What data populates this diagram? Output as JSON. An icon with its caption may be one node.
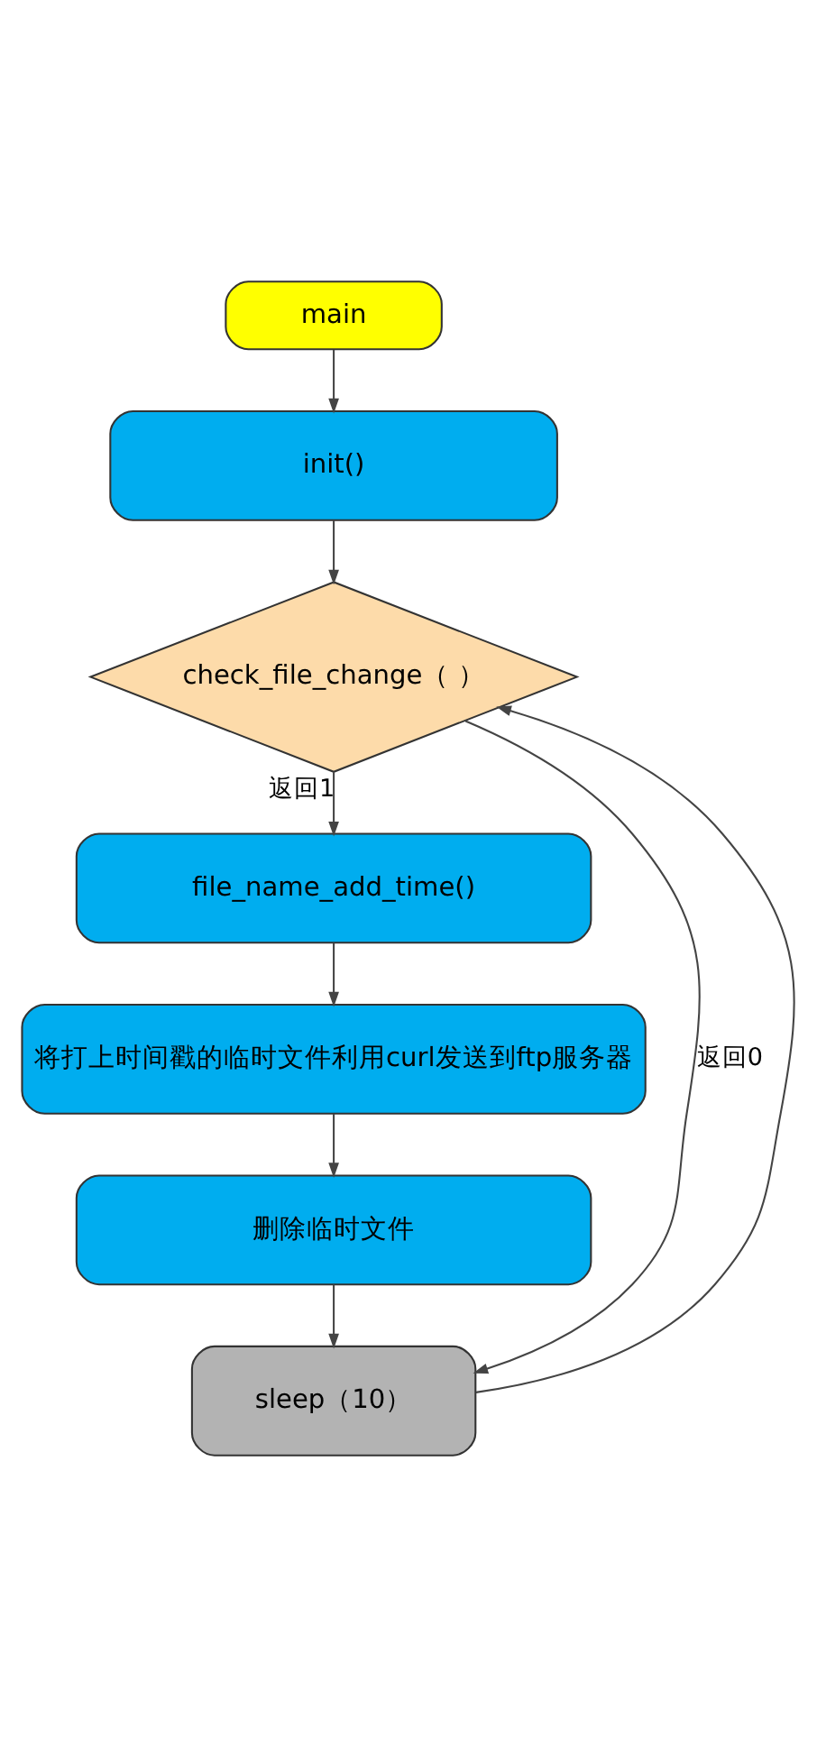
{
  "diagram": {
    "nodes": [
      {
        "text": [
          "main"
        ]
      },
      {
        "text": [
          "init()"
        ]
      },
      {
        "text": [
          "check_file_change（ ）"
        ]
      },
      {
        "text": [
          "file_name_add_time()"
        ]
      },
      {
        "text": [
          "将打上时间戳的临时文件利用curl发送到ftp服务器"
        ]
      },
      {
        "text": [
          "删除临时文件"
        ]
      },
      {
        "text": [
          "sleep（10）"
        ]
      }
    ],
    "edges": [
      {
        "from": 0,
        "to": 1,
        "arrow": "to"
      },
      {
        "from": 1,
        "to": 2,
        "arrow": "to"
      },
      {
        "from": 2,
        "to": 3,
        "arrow": "to",
        "label": "返回1"
      },
      {
        "from": 3,
        "to": 4,
        "arrow": "to"
      },
      {
        "from": 4,
        "to": 5,
        "arrow": "to"
      },
      {
        "from": 5,
        "to": 6,
        "arrow": "to"
      },
      {
        "from": 2,
        "to": 6,
        "arrow": "to",
        "label": "返回0"
      },
      {
        "from": 6,
        "to": 2,
        "arrow": "to"
      }
    ]
  }
}
